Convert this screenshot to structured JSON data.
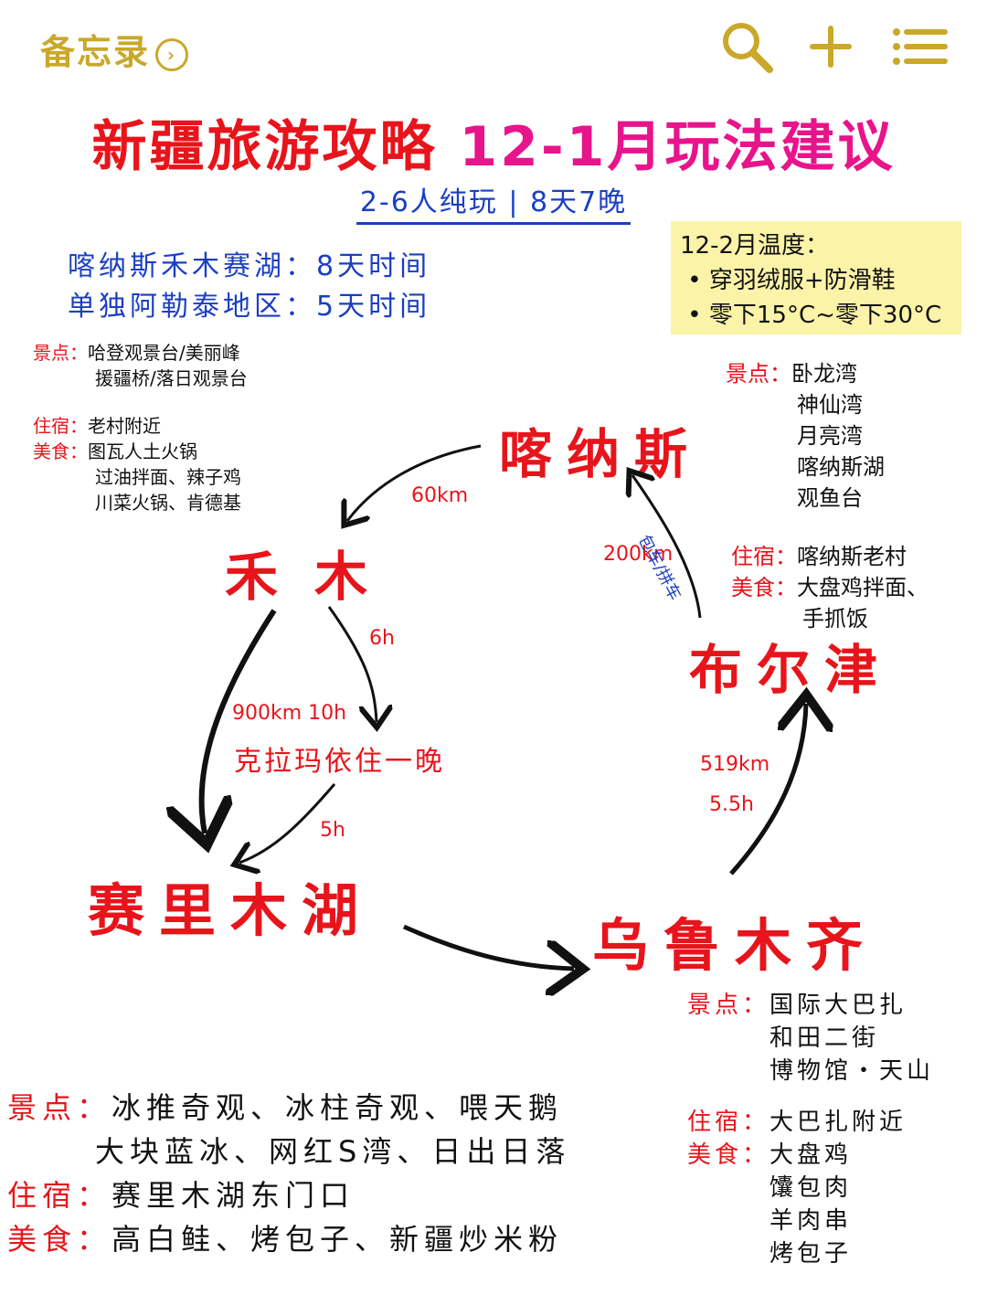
{
  "topbar": {
    "back_label": "备忘录",
    "chevron": "›",
    "icons": [
      "search-icon",
      "plus-icon",
      "list-icon"
    ]
  },
  "title": {
    "part1": "新疆旅游攻略",
    "part2": "12-1月玩法建议"
  },
  "subtitle": "2-6人纯玩 | 8天7晚",
  "routes": [
    "喀纳斯禾木赛湖：8天时间",
    "单独阿勒泰地区：5天时间"
  ],
  "temperature": {
    "heading": "12-2月温度：",
    "items": [
      "穿羽绒服+防滑鞋",
      "零下15°C~零下30°C"
    ]
  },
  "hemu_info": {
    "spots_label": "景点：",
    "spots": [
      "哈登观景台/美丽峰",
      "援疆桥/落日观景台"
    ],
    "stay_label": "住宿：",
    "stay": "老村附近",
    "food_label": "美食：",
    "food": [
      "图瓦人土火锅",
      "过油拌面、辣子鸡",
      "川菜火锅、肯德基"
    ]
  },
  "kanas_info": {
    "spots_label": "景点：",
    "spots": [
      "卧龙湾",
      "神仙湾",
      "月亮湾",
      "喀纳斯湖",
      "观鱼台"
    ],
    "stay_label": "住宿：",
    "stay": "喀纳斯老村",
    "food_label": "美食：",
    "food": [
      "大盘鸡拌面、",
      "手抓饭"
    ]
  },
  "cities": {
    "kanas": "喀纳斯",
    "hemu": "禾木",
    "burqin": "布尔津",
    "sayram": "赛里木湖",
    "urumqi": "乌鲁木齐"
  },
  "distances": {
    "hemu_kanas": "60km",
    "burqin_kanas": "200km",
    "charter": "包车/拼车",
    "hemu_kelamayi": "6h",
    "hemu_sayram": "900km 10h",
    "kelamayi_note": "克拉玛依住一晚",
    "kelamayi_sayram": "5h",
    "urumqi_burqin_km": "519km",
    "urumqi_burqin_h": "5.5h"
  },
  "urumqi_info": {
    "spots_label": "景点：",
    "spots": [
      "国际大巴扎",
      "和田二街",
      "博物馆・天山"
    ],
    "stay_label": "住宿：",
    "stay": "大巴扎附近",
    "food_label": "美食：",
    "food": [
      "大盘鸡",
      "馕包肉",
      "羊肉串",
      "烤包子"
    ]
  },
  "sayram_info": {
    "spots_label": "景点：",
    "spots": [
      "冰推奇观、冰柱奇观、喂天鹅",
      "大块蓝冰、网红S湾、日出日落"
    ],
    "stay_label": "住宿：",
    "stay": "赛里木湖东门口",
    "food_label": "美食：",
    "food": "高白鲑、烤包子、新疆炒米粉"
  },
  "colors": {
    "accent": "#c9a82a",
    "red": "#e8141b",
    "pink": "#e8148b",
    "blue": "#1a3fc2",
    "note_bg": "#fbf3a8"
  }
}
